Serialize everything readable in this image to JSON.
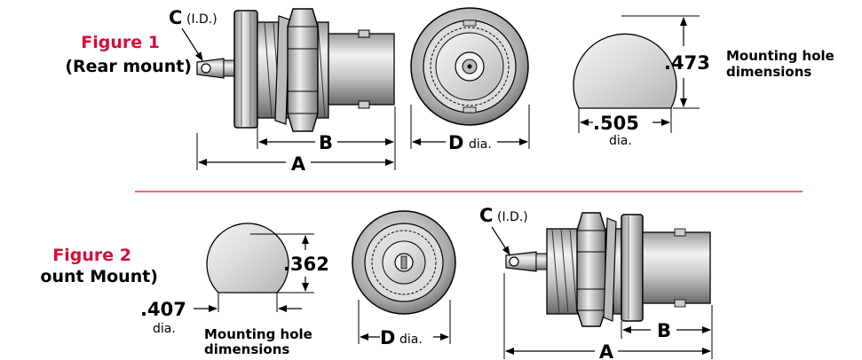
{
  "figure1": {
    "title": "Figure 1",
    "subtitle": "(Rear mount)",
    "label_c": "C",
    "label_c_note": "(I.D.)",
    "label_a": "A",
    "label_b": "B",
    "label_d": "D",
    "label_d_suffix": "dia.",
    "hole_height": ".473",
    "hole_width": ".505",
    "hole_width_suffix": "dia.",
    "hole_caption_1": "Mounting hole",
    "hole_caption_2": "dimensions"
  },
  "figure2": {
    "title": "Figure 2",
    "subtitle": "ount Mount)",
    "label_c": "C",
    "label_c_note": "(I.D.)",
    "label_a": "A",
    "label_b": "B",
    "label_d": "D",
    "label_d_suffix": "dia.",
    "hole_height": ".362",
    "hole_width": ".407",
    "hole_width_suffix": "dia.",
    "hole_caption_1": "Mounting hole",
    "hole_caption_2": "dimensions"
  },
  "colors": {
    "title_red": "#d0103a",
    "divider_red": "#d0103a",
    "metal_dark": "#6e6e6e",
    "metal_light": "#e4e4e4"
  }
}
